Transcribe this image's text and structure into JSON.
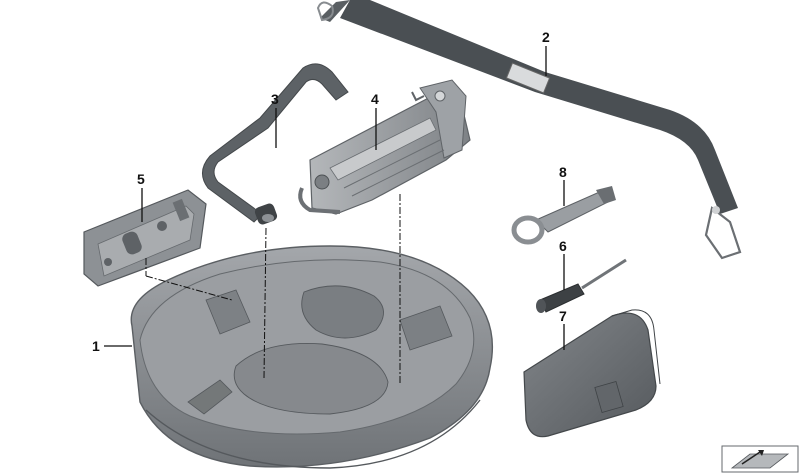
{
  "diagram": {
    "callouts": [
      {
        "id": "1",
        "label": "1"
      },
      {
        "id": "2",
        "label": "2"
      },
      {
        "id": "3",
        "label": "3"
      },
      {
        "id": "4",
        "label": "4"
      },
      {
        "id": "5",
        "label": "5"
      },
      {
        "id": "6",
        "label": "6"
      },
      {
        "id": "7",
        "label": "7"
      },
      {
        "id": "8",
        "label": "8"
      }
    ],
    "colors": {
      "part_gray": "#8f9296",
      "part_dark": "#555a5e",
      "strap": "#4a4f53",
      "tool_pouch": "#6e7276",
      "line": "#111111"
    },
    "icons": [
      "tray-icon",
      "strap-icon",
      "jack-handle-icon",
      "jack-icon",
      "bracket-icon",
      "screwdriver-icon",
      "tool-pouch-icon",
      "tow-hook-icon",
      "view-direction-icon"
    ]
  }
}
